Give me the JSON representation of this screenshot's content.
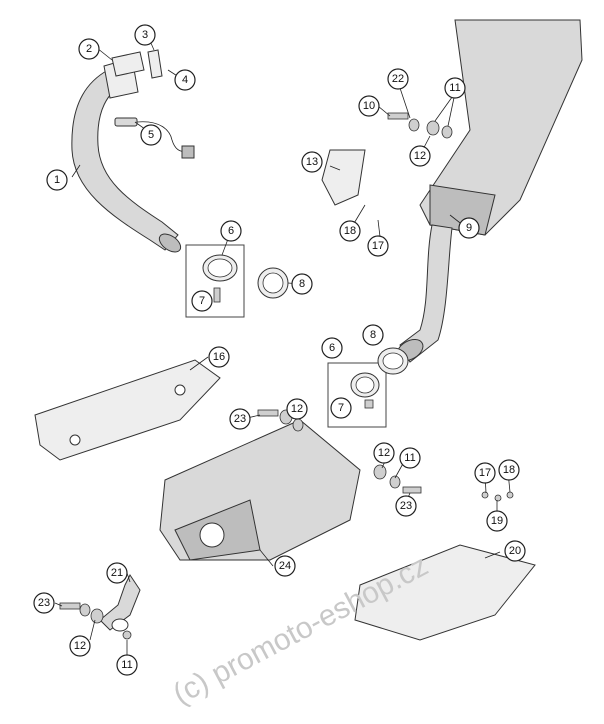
{
  "callouts": {
    "c1": "1",
    "c2": "2",
    "c3": "3",
    "c4": "4",
    "c5": "5",
    "c6a": "6",
    "c6b": "6",
    "c7a": "7",
    "c7b": "7",
    "c8a": "8",
    "c8b": "8",
    "c9": "9",
    "c10": "10",
    "c11a": "11",
    "c11b": "11",
    "c11c": "11",
    "c12a": "12",
    "c12b": "12",
    "c12c": "12",
    "c12d": "12",
    "c13": "13",
    "c16": "16",
    "c17a": "17",
    "c17b": "17",
    "c18a": "18",
    "c18b": "18",
    "c19": "19",
    "c20": "20",
    "c21": "21",
    "c22": "22",
    "c23a": "23",
    "c23b": "23",
    "c23c": "23",
    "c24": "24"
  },
  "watermark": "(c) promoto-eshop.cz"
}
